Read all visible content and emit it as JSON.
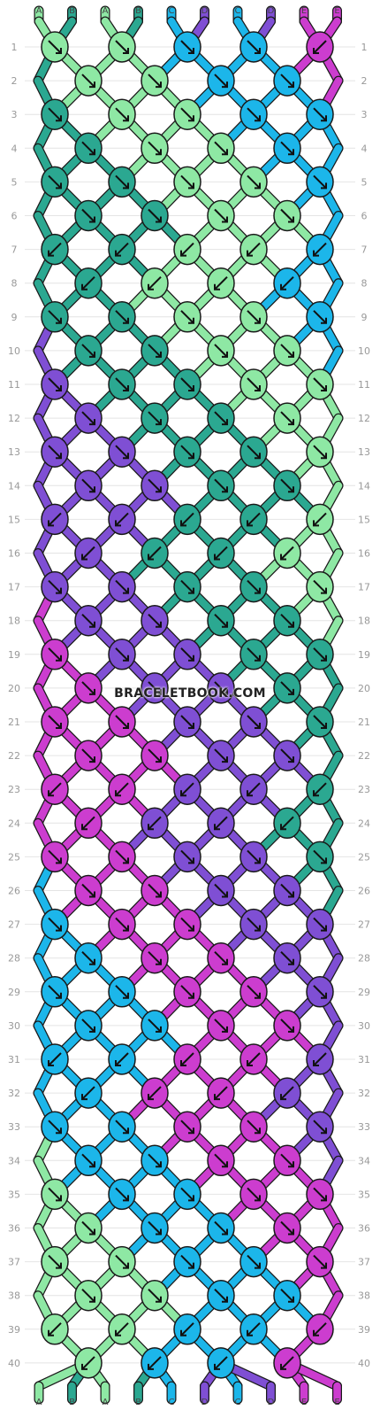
{
  "watermark": "BRACELETBOOK.COM",
  "colors": {
    "A": "#8ee8a4",
    "B": "#2ba891",
    "C": "#1cb6ea",
    "D": "#7f4fd4",
    "E": "#cc3dcf"
  },
  "strands_top": [
    "A",
    "B",
    "A",
    "B",
    "C",
    "D",
    "C",
    "D",
    "E",
    "E"
  ],
  "strands_bottom": [
    "A",
    "B",
    "A",
    "B",
    "C",
    "D",
    "C",
    "D",
    "E",
    "E"
  ],
  "row_count": 40,
  "rows": [
    [
      "A",
      "A",
      "C",
      "C",
      "E"
    ],
    [
      "A",
      "A",
      "C",
      "C"
    ],
    [
      "B",
      "A",
      "A",
      "C",
      "C"
    ],
    [
      "B",
      "A",
      "A",
      "C"
    ],
    [
      "B",
      "B",
      "A",
      "A",
      "C"
    ],
    [
      "B",
      "B",
      "A",
      "A"
    ],
    [
      "B",
      "B",
      "A",
      "A",
      "C"
    ],
    [
      "B",
      "A",
      "A",
      "C"
    ],
    [
      "B",
      "B",
      "A",
      "A",
      "C"
    ],
    [
      "B",
      "B",
      "A",
      "A"
    ],
    [
      "D",
      "B",
      "B",
      "A",
      "A"
    ],
    [
      "D",
      "B",
      "B",
      "A"
    ],
    [
      "D",
      "D",
      "B",
      "B",
      "A"
    ],
    [
      "D",
      "D",
      "B",
      "B"
    ],
    [
      "D",
      "D",
      "B",
      "B",
      "A"
    ],
    [
      "D",
      "B",
      "B",
      "A"
    ],
    [
      "D",
      "D",
      "B",
      "B",
      "A"
    ],
    [
      "D",
      "D",
      "B",
      "B"
    ],
    [
      "E",
      "D",
      "D",
      "B",
      "B"
    ],
    [
      "E",
      "D",
      "D",
      "B"
    ],
    [
      "E",
      "E",
      "D",
      "D",
      "B"
    ],
    [
      "E",
      "E",
      "D",
      "D"
    ],
    [
      "E",
      "E",
      "D",
      "D",
      "B"
    ],
    [
      "E",
      "D",
      "D",
      "B"
    ],
    [
      "E",
      "E",
      "D",
      "D",
      "B"
    ],
    [
      "E",
      "E",
      "D",
      "D"
    ],
    [
      "C",
      "E",
      "E",
      "D",
      "D"
    ],
    [
      "C",
      "E",
      "E",
      "D"
    ],
    [
      "C",
      "C",
      "E",
      "E",
      "D"
    ],
    [
      "C",
      "C",
      "E",
      "E"
    ],
    [
      "C",
      "C",
      "E",
      "E",
      "D"
    ],
    [
      "C",
      "E",
      "E",
      "D"
    ],
    [
      "C",
      "C",
      "E",
      "E",
      "D"
    ],
    [
      "C",
      "C",
      "E",
      "E"
    ],
    [
      "A",
      "C",
      "C",
      "E",
      "E"
    ],
    [
      "A",
      "C",
      "C",
      "E"
    ],
    [
      "A",
      "A",
      "C",
      "C",
      "E"
    ],
    [
      "A",
      "A",
      "C",
      "C"
    ],
    [
      "A",
      "A",
      "C",
      "C",
      "E"
    ],
    [
      "A",
      "C",
      "C",
      "E"
    ]
  ],
  "arrows": [
    [
      "se",
      "se",
      "se",
      "se",
      "sw"
    ],
    [
      "se",
      "se",
      "se",
      "se"
    ],
    [
      "se",
      "se",
      "se",
      "se",
      "se"
    ],
    [
      "se",
      "se",
      "se",
      "se"
    ],
    [
      "se",
      "se",
      "se",
      "se",
      "se"
    ],
    [
      "se",
      "se",
      "se",
      "se"
    ],
    [
      "sw",
      "sw",
      "sw",
      "sw",
      "sw"
    ],
    [
      "sw",
      "sw",
      "sw",
      "sw"
    ],
    [
      "se",
      "se",
      "se",
      "se",
      "se"
    ],
    [
      "se",
      "se",
      "se",
      "se"
    ],
    [
      "se",
      "se",
      "se",
      "se",
      "se"
    ],
    [
      "se",
      "se",
      "se",
      "se"
    ],
    [
      "se",
      "se",
      "se",
      "se",
      "se"
    ],
    [
      "se",
      "se",
      "se",
      "se"
    ],
    [
      "sw",
      "sw",
      "sw",
      "sw",
      "sw"
    ],
    [
      "sw",
      "sw",
      "sw",
      "sw"
    ],
    [
      "se",
      "se",
      "se",
      "se",
      "se"
    ],
    [
      "se",
      "se",
      "se",
      "se"
    ],
    [
      "se",
      "se",
      "se",
      "se",
      "se"
    ],
    [
      "se",
      "se",
      "se",
      "se"
    ],
    [
      "se",
      "se",
      "se",
      "se",
      "se"
    ],
    [
      "se",
      "se",
      "se",
      "se"
    ],
    [
      "sw",
      "sw",
      "sw",
      "sw",
      "sw"
    ],
    [
      "sw",
      "sw",
      "sw",
      "sw"
    ],
    [
      "se",
      "se",
      "se",
      "se",
      "se"
    ],
    [
      "se",
      "se",
      "se",
      "se"
    ],
    [
      "se",
      "se",
      "se",
      "se",
      "se"
    ],
    [
      "se",
      "se",
      "se",
      "se"
    ],
    [
      "se",
      "se",
      "se",
      "se",
      "se"
    ],
    [
      "se",
      "se",
      "se",
      "se"
    ],
    [
      "sw",
      "sw",
      "sw",
      "sw",
      "sw"
    ],
    [
      "sw",
      "sw",
      "sw",
      "sw"
    ],
    [
      "se",
      "se",
      "se",
      "se",
      "se"
    ],
    [
      "se",
      "se",
      "se",
      "se"
    ],
    [
      "se",
      "se",
      "se",
      "se",
      "se"
    ],
    [
      "se",
      "se",
      "se",
      "se"
    ],
    [
      "se",
      "se",
      "se",
      "se",
      "se"
    ],
    [
      "se",
      "se",
      "se",
      "se"
    ],
    [
      "sw",
      "sw",
      "sw",
      "sw",
      "sw"
    ],
    [
      "sw",
      "sw",
      "sw",
      "sw"
    ]
  ]
}
